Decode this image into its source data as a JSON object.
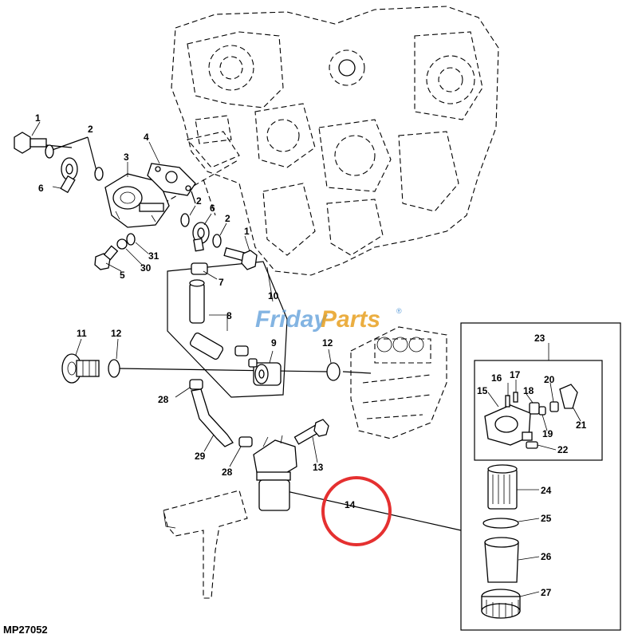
{
  "diagram": {
    "code": "MP27052",
    "watermark": {
      "part1": "Friday",
      "part2": "Parts",
      "mark": "®"
    },
    "callouts": [
      "1",
      "2",
      "3",
      "4",
      "6",
      "2",
      "6",
      "2",
      "1",
      "31",
      "30",
      "5",
      "7",
      "8",
      "10",
      "9",
      "11",
      "12",
      "12",
      "28",
      "29",
      "28",
      "13",
      "14",
      "23",
      "16",
      "17",
      "15",
      "18",
      "20",
      "21",
      "19",
      "22",
      "24",
      "25",
      "26",
      "27"
    ],
    "highlight_color": "#e53030"
  }
}
